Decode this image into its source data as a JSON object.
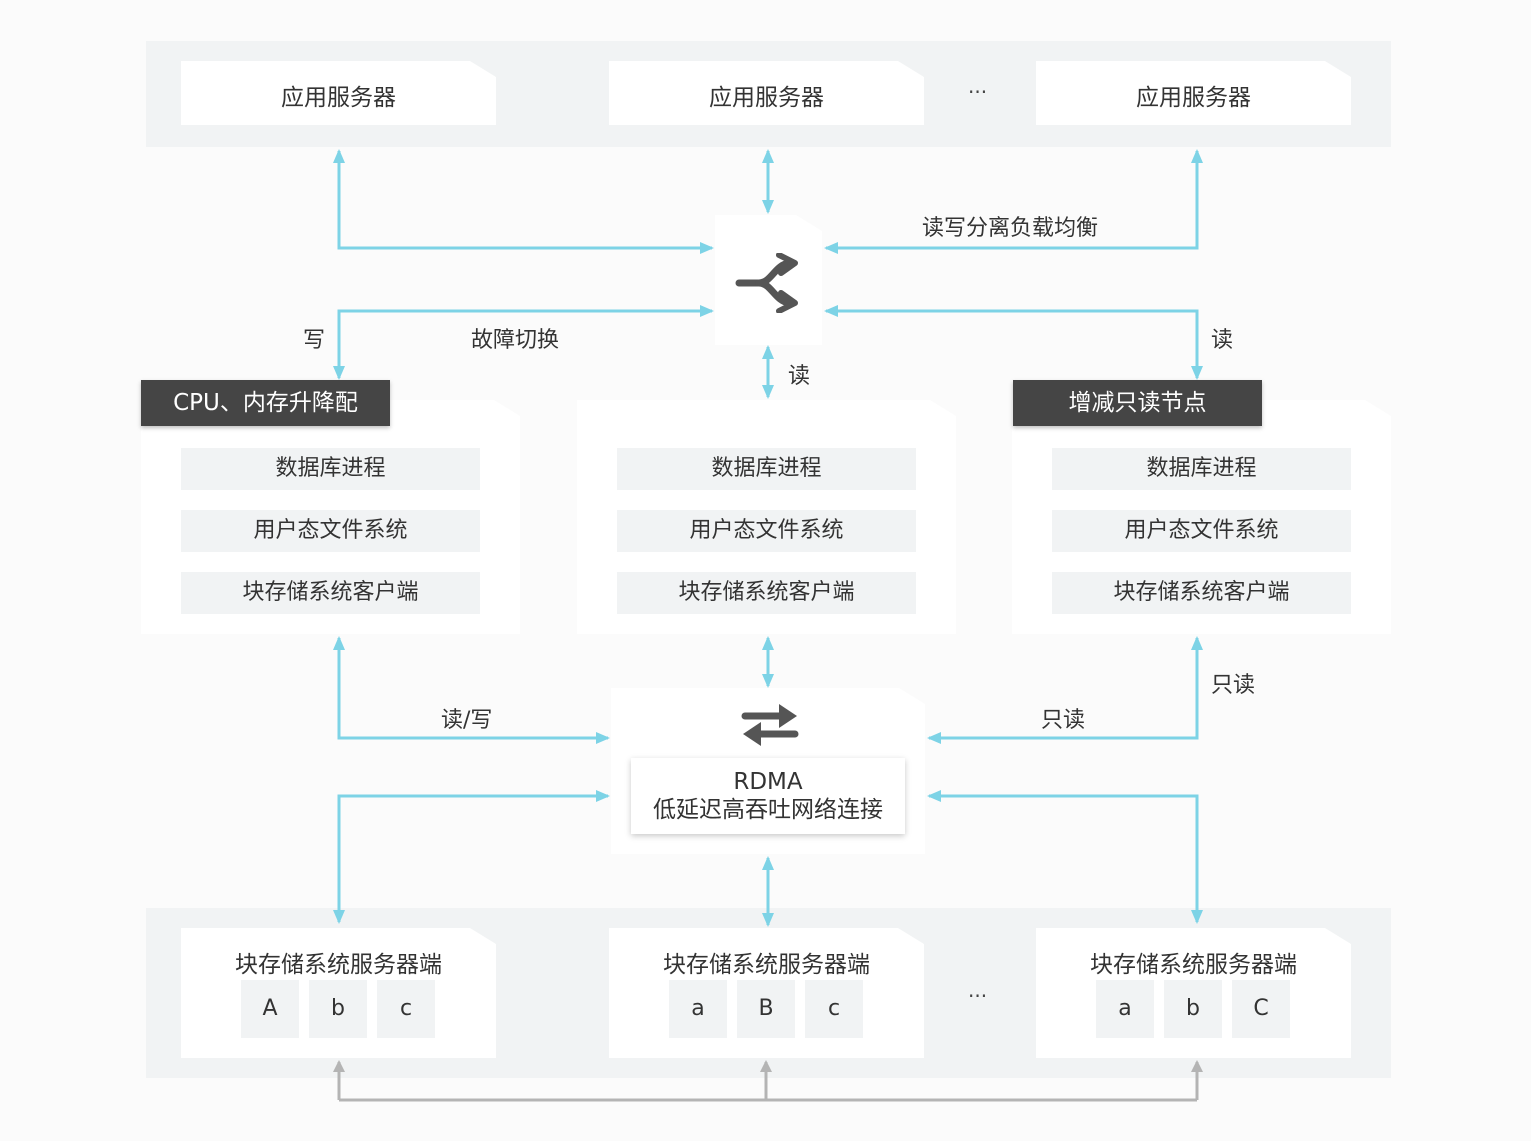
{
  "app_servers": [
    "应用服务器",
    "应用服务器",
    "应用服务器"
  ],
  "ellipsis": "···",
  "labels": {
    "rw_split_lb": "读写分离负载均衡",
    "failover": "故障切换",
    "write": "写",
    "read_right": "读",
    "read_center": "读",
    "read_write": "读/写",
    "readonly_mid": "只读",
    "readonly_right": "只读"
  },
  "tags": {
    "left": "CPU、内存升降配",
    "right": "增减只读节点"
  },
  "db_nodes": [
    {
      "rows": [
        "数据库进程",
        "用户态文件系统",
        "块存储系统客户端"
      ]
    },
    {
      "rows": [
        "数据库进程",
        "用户态文件系统",
        "块存储系统客户端"
      ]
    },
    {
      "rows": [
        "数据库进程",
        "用户态文件系统",
        "块存储系统客户端"
      ]
    }
  ],
  "rdma": {
    "title": "RDMA",
    "subtitle": "低延迟高吞吐网络连接"
  },
  "storage_servers": [
    {
      "title": "块存储系统服务器端",
      "cells": [
        "A",
        "b",
        "c"
      ]
    },
    {
      "title": "块存储系统服务器端",
      "cells": [
        "a",
        "B",
        "c"
      ]
    },
    {
      "title": "块存储系统服务器端",
      "cells": [
        "a",
        "b",
        "C"
      ]
    }
  ],
  "colors": {
    "arrow": "#7dd3e6",
    "gray_arrow": "#b4b4b4",
    "tag_bg": "#454545",
    "band": "#f1f3f4"
  }
}
